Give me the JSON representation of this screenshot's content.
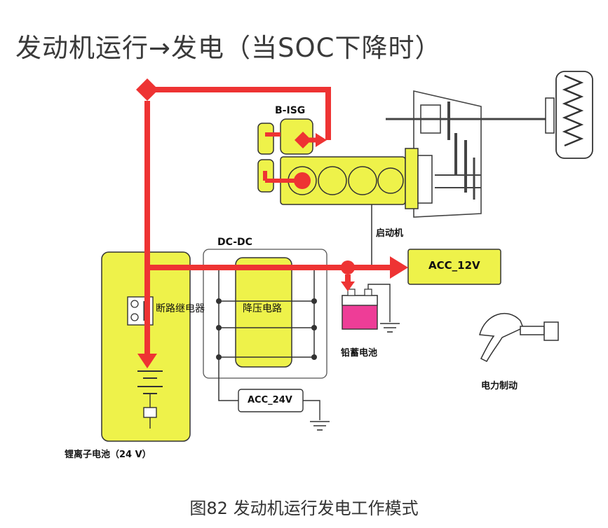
{
  "title": "发动机运行→发电（当SOC下降时）",
  "caption": "图82 发动机运行发电工作模式",
  "labels": {
    "bisg": "B-ISG",
    "starter": "启动机",
    "dcdc": "DC-DC",
    "buck": "降压电路",
    "acc12": "ACC_12V",
    "acc24": "ACC_24V",
    "relay": "断路继电器",
    "lead_battery": "铅蓄电池",
    "li_battery": "锂离子电池（24 V）",
    "e_brake": "电力制动"
  },
  "colors": {
    "flow": "#ee3333",
    "component": "#eef24a",
    "line": "#333333",
    "lead_acid": "#ee3d97"
  }
}
